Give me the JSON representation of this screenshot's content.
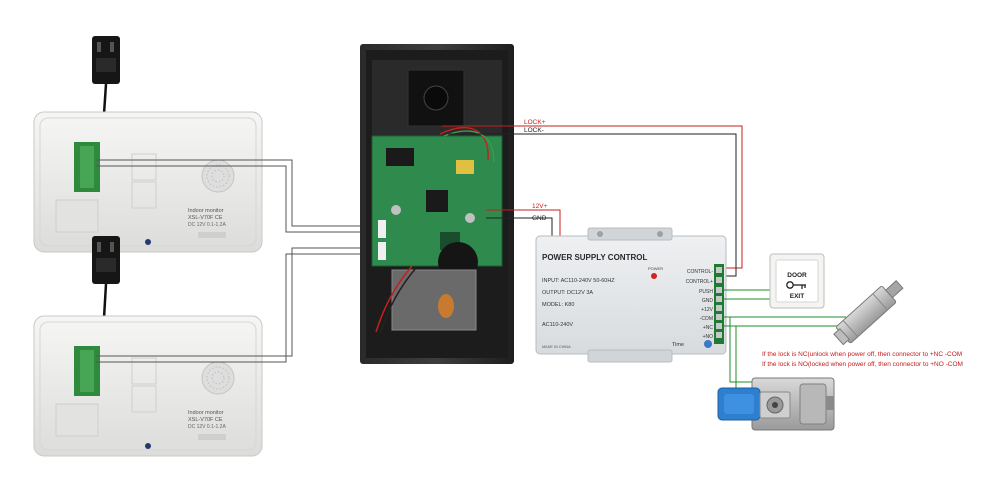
{
  "colors": {
    "red_wire": "#c81e1e",
    "black_wire": "#222222",
    "green_wire": "#1f8f2a",
    "annotation_red": "#c41a1a",
    "pcb_green": "#2e8a4e",
    "monitor_white": "#eeeeec",
    "psu_body": "#e6e8ea"
  },
  "wire_labels": {
    "lock_plus": "LOCK+",
    "lock_minus": "LOCK-",
    "v12_plus": "12V+",
    "gnd": "GND"
  },
  "power_supply": {
    "title": "POWER SUPPLY CONTROL",
    "input": "INPUT: AC110-240V  50-60HZ",
    "output": "OUTPUT: DC12V  3A",
    "model": "MODEL: K80",
    "ac": "AC110-240V",
    "power_led": "POWER",
    "made_in": "MADE IN CHINA",
    "time": "Time",
    "terminals": [
      "CONTROL-",
      "CONTROL+",
      "PUSH",
      "GND",
      "+12V",
      "-COM",
      "+NC",
      "+NO"
    ]
  },
  "exit_button": {
    "door": "DOOR",
    "exit": "EXIT"
  },
  "monitor_label": {
    "line1": "Indoor monitor",
    "line2": "XSL-V70F CE",
    "line3": "DC 12V 0.1-1.2A"
  },
  "notes": {
    "nc": "If the lock is NC(unlock when power off, then connector to +NC -COM",
    "no": "If the lock is NO(locked when power off, then connector to +NO -COM"
  }
}
